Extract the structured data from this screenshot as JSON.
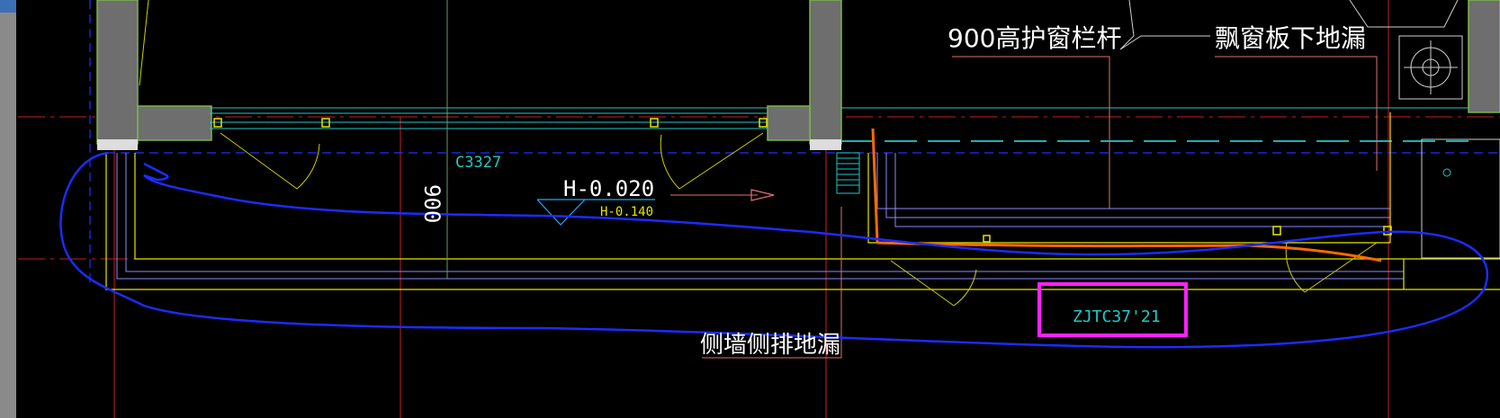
{
  "drawing": {
    "annotations": {
      "railing_note": "900高护窗栏杆",
      "bay_window_drain_note": "飘窗板下地漏",
      "side_drain_note": "侧墙侧排地漏",
      "window_tag": "C3327",
      "elevation_main": "H-0.020",
      "elevation_sub": "H-0.140",
      "dimension_vertical": "900",
      "highlighted_tag": "ZJTC37'21"
    },
    "colors": {
      "background": "#000000",
      "wall_fill": "#6e6e6e",
      "grid_red": "#c81e1e",
      "outline_yellow": "#e6e600",
      "cyan": "#22c8c8",
      "blue_markup": "#1c2cff",
      "magenta_box": "#ff22ff",
      "orange_pipe": "#ff6a00",
      "green_edge": "#7ab648",
      "left_strip": "#8a8a8a"
    }
  }
}
